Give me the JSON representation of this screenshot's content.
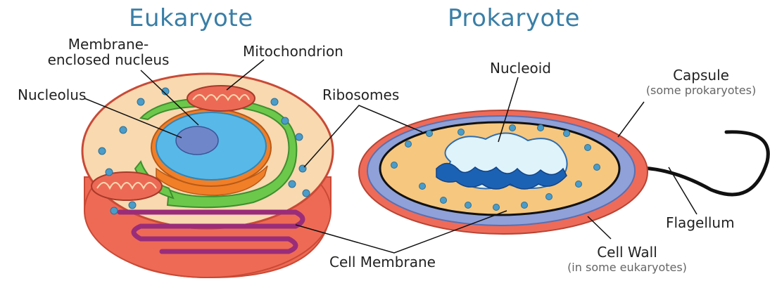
{
  "titles": {
    "eukaryote": "Eukaryote",
    "prokaryote": "Prokaryote"
  },
  "labels": {
    "membrane_nucleus_line1": "Membrane-",
    "membrane_nucleus_line2": "enclosed nucleus",
    "mitochondrion": "Mitochondrion",
    "nucleolus": "Nucleolus",
    "ribosomes": "Ribosomes",
    "nucleoid": "Nucleoid",
    "capsule": "Capsule",
    "capsule_note": "(some prokaryotes)",
    "flagellum": "Flagellum",
    "cell_membrane": "Cell Membrane",
    "cell_wall": "Cell Wall",
    "cell_wall_note": "(in some eukaryotes)"
  },
  "colors": {
    "title": "#3a7ea6",
    "cytoplasm": "#f8d9b0",
    "cell_side": "#ef6a55",
    "cell_outline": "#c94a36",
    "nucleus": "#58b8e8",
    "nucleolus": "#6f87c8",
    "er": "#6cc84a",
    "golgi": "#f07f28",
    "mitochondrion": "#ec6a55",
    "ribosome": "#4b9cc8",
    "capsule": "#ee6b59",
    "wall": "#8fa1d8",
    "prokaryote_cytoplasm": "#f6c77e",
    "nucleoid": "#1c62b4"
  }
}
